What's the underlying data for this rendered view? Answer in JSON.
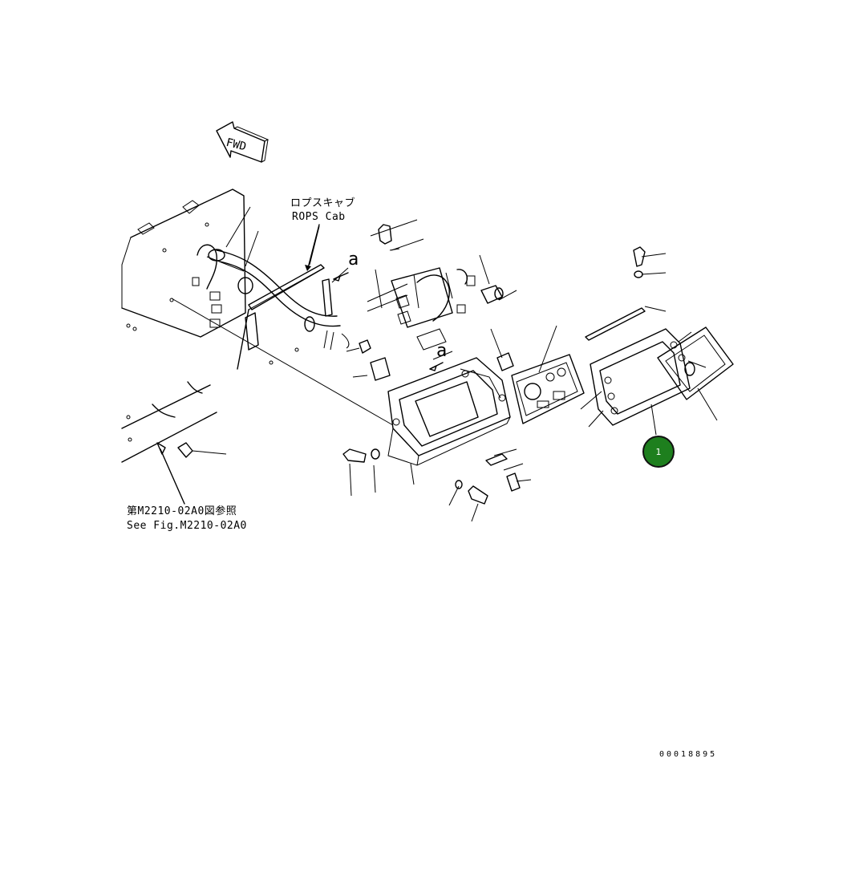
{
  "fwd_arrow_label": "FWD",
  "labels": {
    "rops_jp": "ロプスキャブ",
    "rops_en": "ROPS Cab",
    "ref_jp": "第M2210-02A0図参照",
    "ref_en": "See Fig.M2210-02A0",
    "view_a_1": "a",
    "view_a_2": "a"
  },
  "callouts": [
    {
      "number": "1",
      "color": "#1e7f1e"
    }
  ],
  "drawing_number": "00018895"
}
